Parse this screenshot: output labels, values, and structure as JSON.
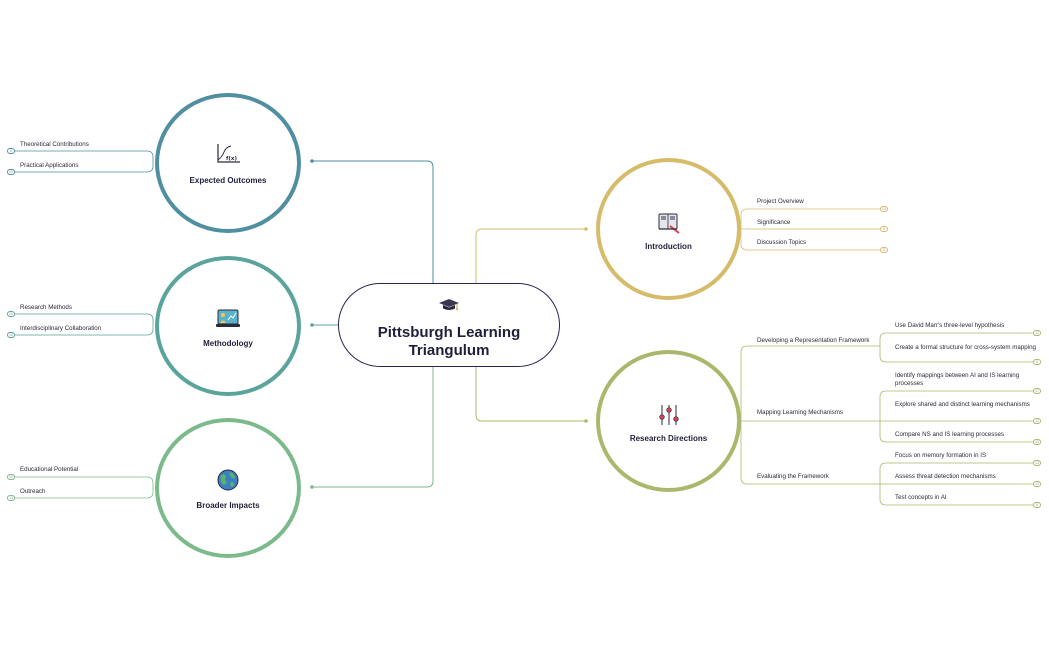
{
  "center": {
    "title": "Pittsburgh Learning Triangulum",
    "icon": "graduation-cap-icon"
  },
  "colors": {
    "center_border": "#2a2550",
    "expected_outcomes": "#4f8fa1",
    "methodology": "#5aa49c",
    "broader_impacts": "#7cba8c",
    "introduction": "#d6bb69",
    "research_directions": "#a9b86a"
  },
  "branches": {
    "expected_outcomes": {
      "label": "Expected Outcomes",
      "icon": "function-graph-icon",
      "items": [
        {
          "label": "Theoretical Contributions",
          "badge": "8"
        },
        {
          "label": "Practical Applications",
          "badge": "20"
        }
      ]
    },
    "methodology": {
      "label": "Methodology",
      "icon": "laptop-chart-icon",
      "items": [
        {
          "label": "Research Methods",
          "badge": "20"
        },
        {
          "label": "Interdisciplinary Collaboration",
          "badge": "18"
        }
      ]
    },
    "broader_impacts": {
      "label": "Broader Impacts",
      "icon": "globe-icon",
      "items": [
        {
          "label": "Educational Potential",
          "badge": "20"
        },
        {
          "label": "Outreach",
          "badge": "13"
        }
      ]
    },
    "introduction": {
      "label": "Introduction",
      "icon": "book-pen-icon",
      "items": [
        {
          "label": "Project Overview",
          "badge": "13"
        },
        {
          "label": "Significance",
          "badge": "5"
        },
        {
          "label": "Discussion Topics",
          "badge": "11"
        }
      ]
    },
    "research_directions": {
      "label": "Research Directions",
      "icon": "sliders-icon",
      "groups": [
        {
          "label": "Developing a Representation Framework",
          "items": [
            {
              "label": "Use David Marr's three-level hypothesis",
              "badge": "12"
            },
            {
              "label": "Create a formal structure for cross-system mapping",
              "badge": "9"
            }
          ]
        },
        {
          "label": "Mapping Learning Mechanisms",
          "items": [
            {
              "label": "Identify mappings between AI and IS learning processes",
              "badge": "17"
            },
            {
              "label": "Explore shared and distinct learning mechanisms",
              "badge": "12"
            },
            {
              "label": "Compare NS and IS learning processes",
              "badge": "15"
            }
          ]
        },
        {
          "label": "Evaluating the Framework",
          "items": [
            {
              "label": "Focus on memory formation in IS",
              "badge": "13"
            },
            {
              "label": "Assess threat detection mechanisms",
              "badge": "12"
            },
            {
              "label": "Test concepts in AI",
              "badge": "5"
            }
          ]
        }
      ]
    }
  }
}
